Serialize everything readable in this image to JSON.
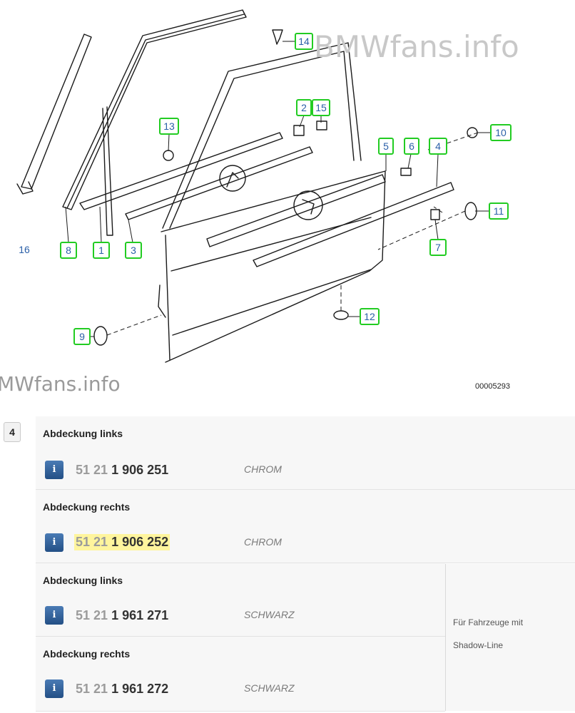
{
  "watermark": {
    "text": "BMWfans.info",
    "left_fragment": "MWfans.info"
  },
  "diagram": {
    "image_code": "00005293",
    "callouts": [
      "14",
      "2",
      "15",
      "13",
      "10",
      "5",
      "6",
      "4",
      "11",
      "16",
      "8",
      "1",
      "3",
      "7",
      "9",
      "12"
    ]
  },
  "section": {
    "number": "4"
  },
  "parts": [
    {
      "title": "Abdeckung links",
      "prefix": "51 21",
      "number": "1 906 251",
      "desc": "CHROM"
    },
    {
      "title": "Abdeckung rechts",
      "prefix": "51 21",
      "number": "1 906 252",
      "desc": "CHROM",
      "highlighted": true
    },
    {
      "title": "Abdeckung links",
      "prefix": "51 21",
      "number": "1 961 271",
      "desc": "SCHWARZ"
    },
    {
      "title": "Abdeckung rechts",
      "prefix": "51 21",
      "number": "1 961 272",
      "desc": "SCHWARZ"
    }
  ],
  "note": {
    "line1": "Für Fahrzeuge mit",
    "line2": "Shadow-Line"
  },
  "info_label": "i",
  "colors": {
    "callout_green": "#22cc22",
    "callout_text": "#2a5fa8",
    "highlight": "#fff59d",
    "info_button": "#2f5f9a"
  }
}
